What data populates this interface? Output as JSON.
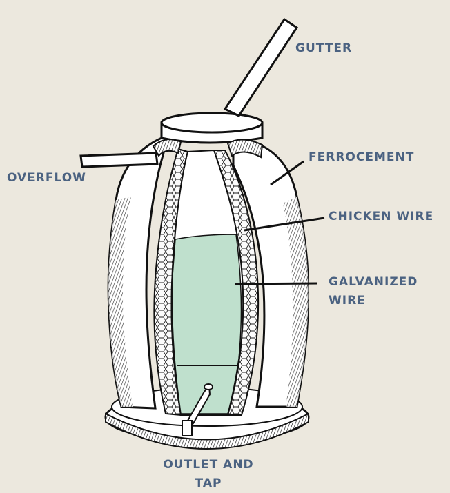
{
  "labels": {
    "gutter": "GUTTER",
    "ferrocement": "FERROCEMENT",
    "overflow": "OVERFLOW",
    "chicken_wire": "CHICKEN WIRE",
    "galvanized_wire_line1": "GALVANIZED",
    "galvanized_wire_line2": "WIRE",
    "outlet_line1": "OUTLET AND",
    "outlet_line2": "TAP"
  },
  "colors": {
    "background": "#ece8de",
    "label_text": "#4b6281",
    "water": "#bfe0cd",
    "outline": "#111111"
  }
}
